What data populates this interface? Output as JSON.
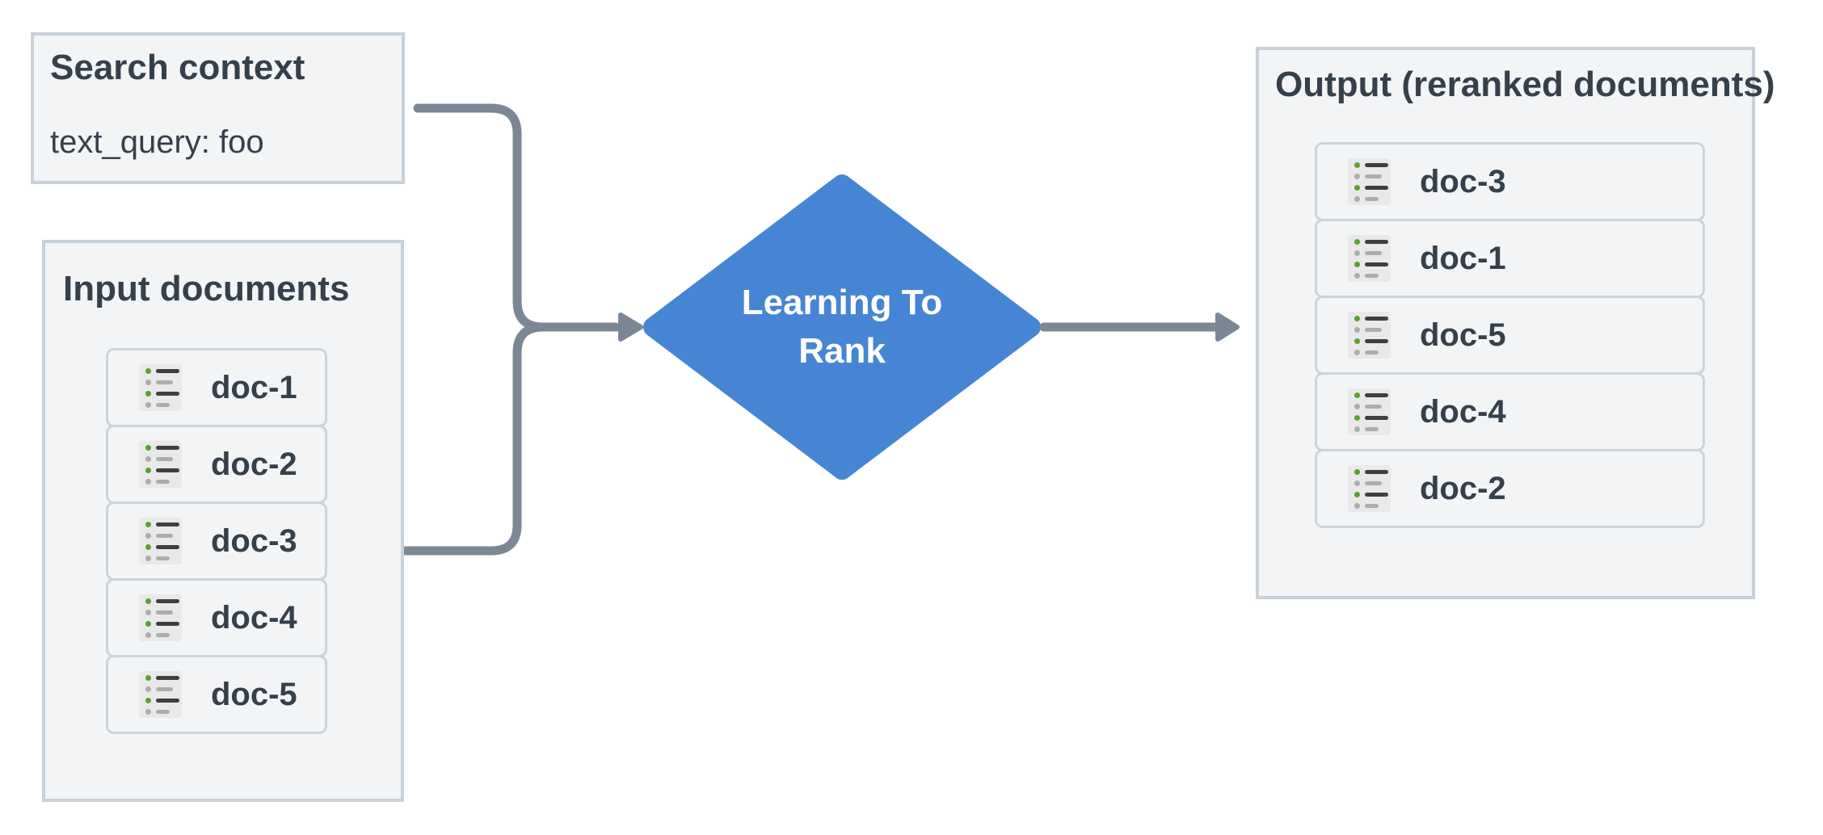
{
  "colors": {
    "page_bg": "#ffffff",
    "box_bg": "#f2f4f6",
    "box_border": "#c7d1da",
    "row_border": "#c9d4dd",
    "text": "#35404b",
    "diamond_blue": "#4685d3",
    "diamond_text": "#ffffff",
    "arrow_gray": "#7b8795",
    "icon_bg": "#e9e9e9",
    "icon_green": "#57a233",
    "icon_dark": "#3d4042",
    "icon_gray": "#abaeae"
  },
  "search_context": {
    "title": "Search context",
    "query": "text_query: foo"
  },
  "input_documents": {
    "title": "Input documents",
    "docs": [
      "doc-1",
      "doc-2",
      "doc-3",
      "doc-4",
      "doc-5"
    ]
  },
  "ranker": {
    "label_line1": "Learning To",
    "label_line2": "Rank"
  },
  "output": {
    "title": "Output (reranked documents)",
    "docs": [
      "doc-3",
      "doc-1",
      "doc-5",
      "doc-4",
      "doc-2"
    ]
  },
  "icons": {
    "doc_icon_name": "document-list-icon"
  }
}
